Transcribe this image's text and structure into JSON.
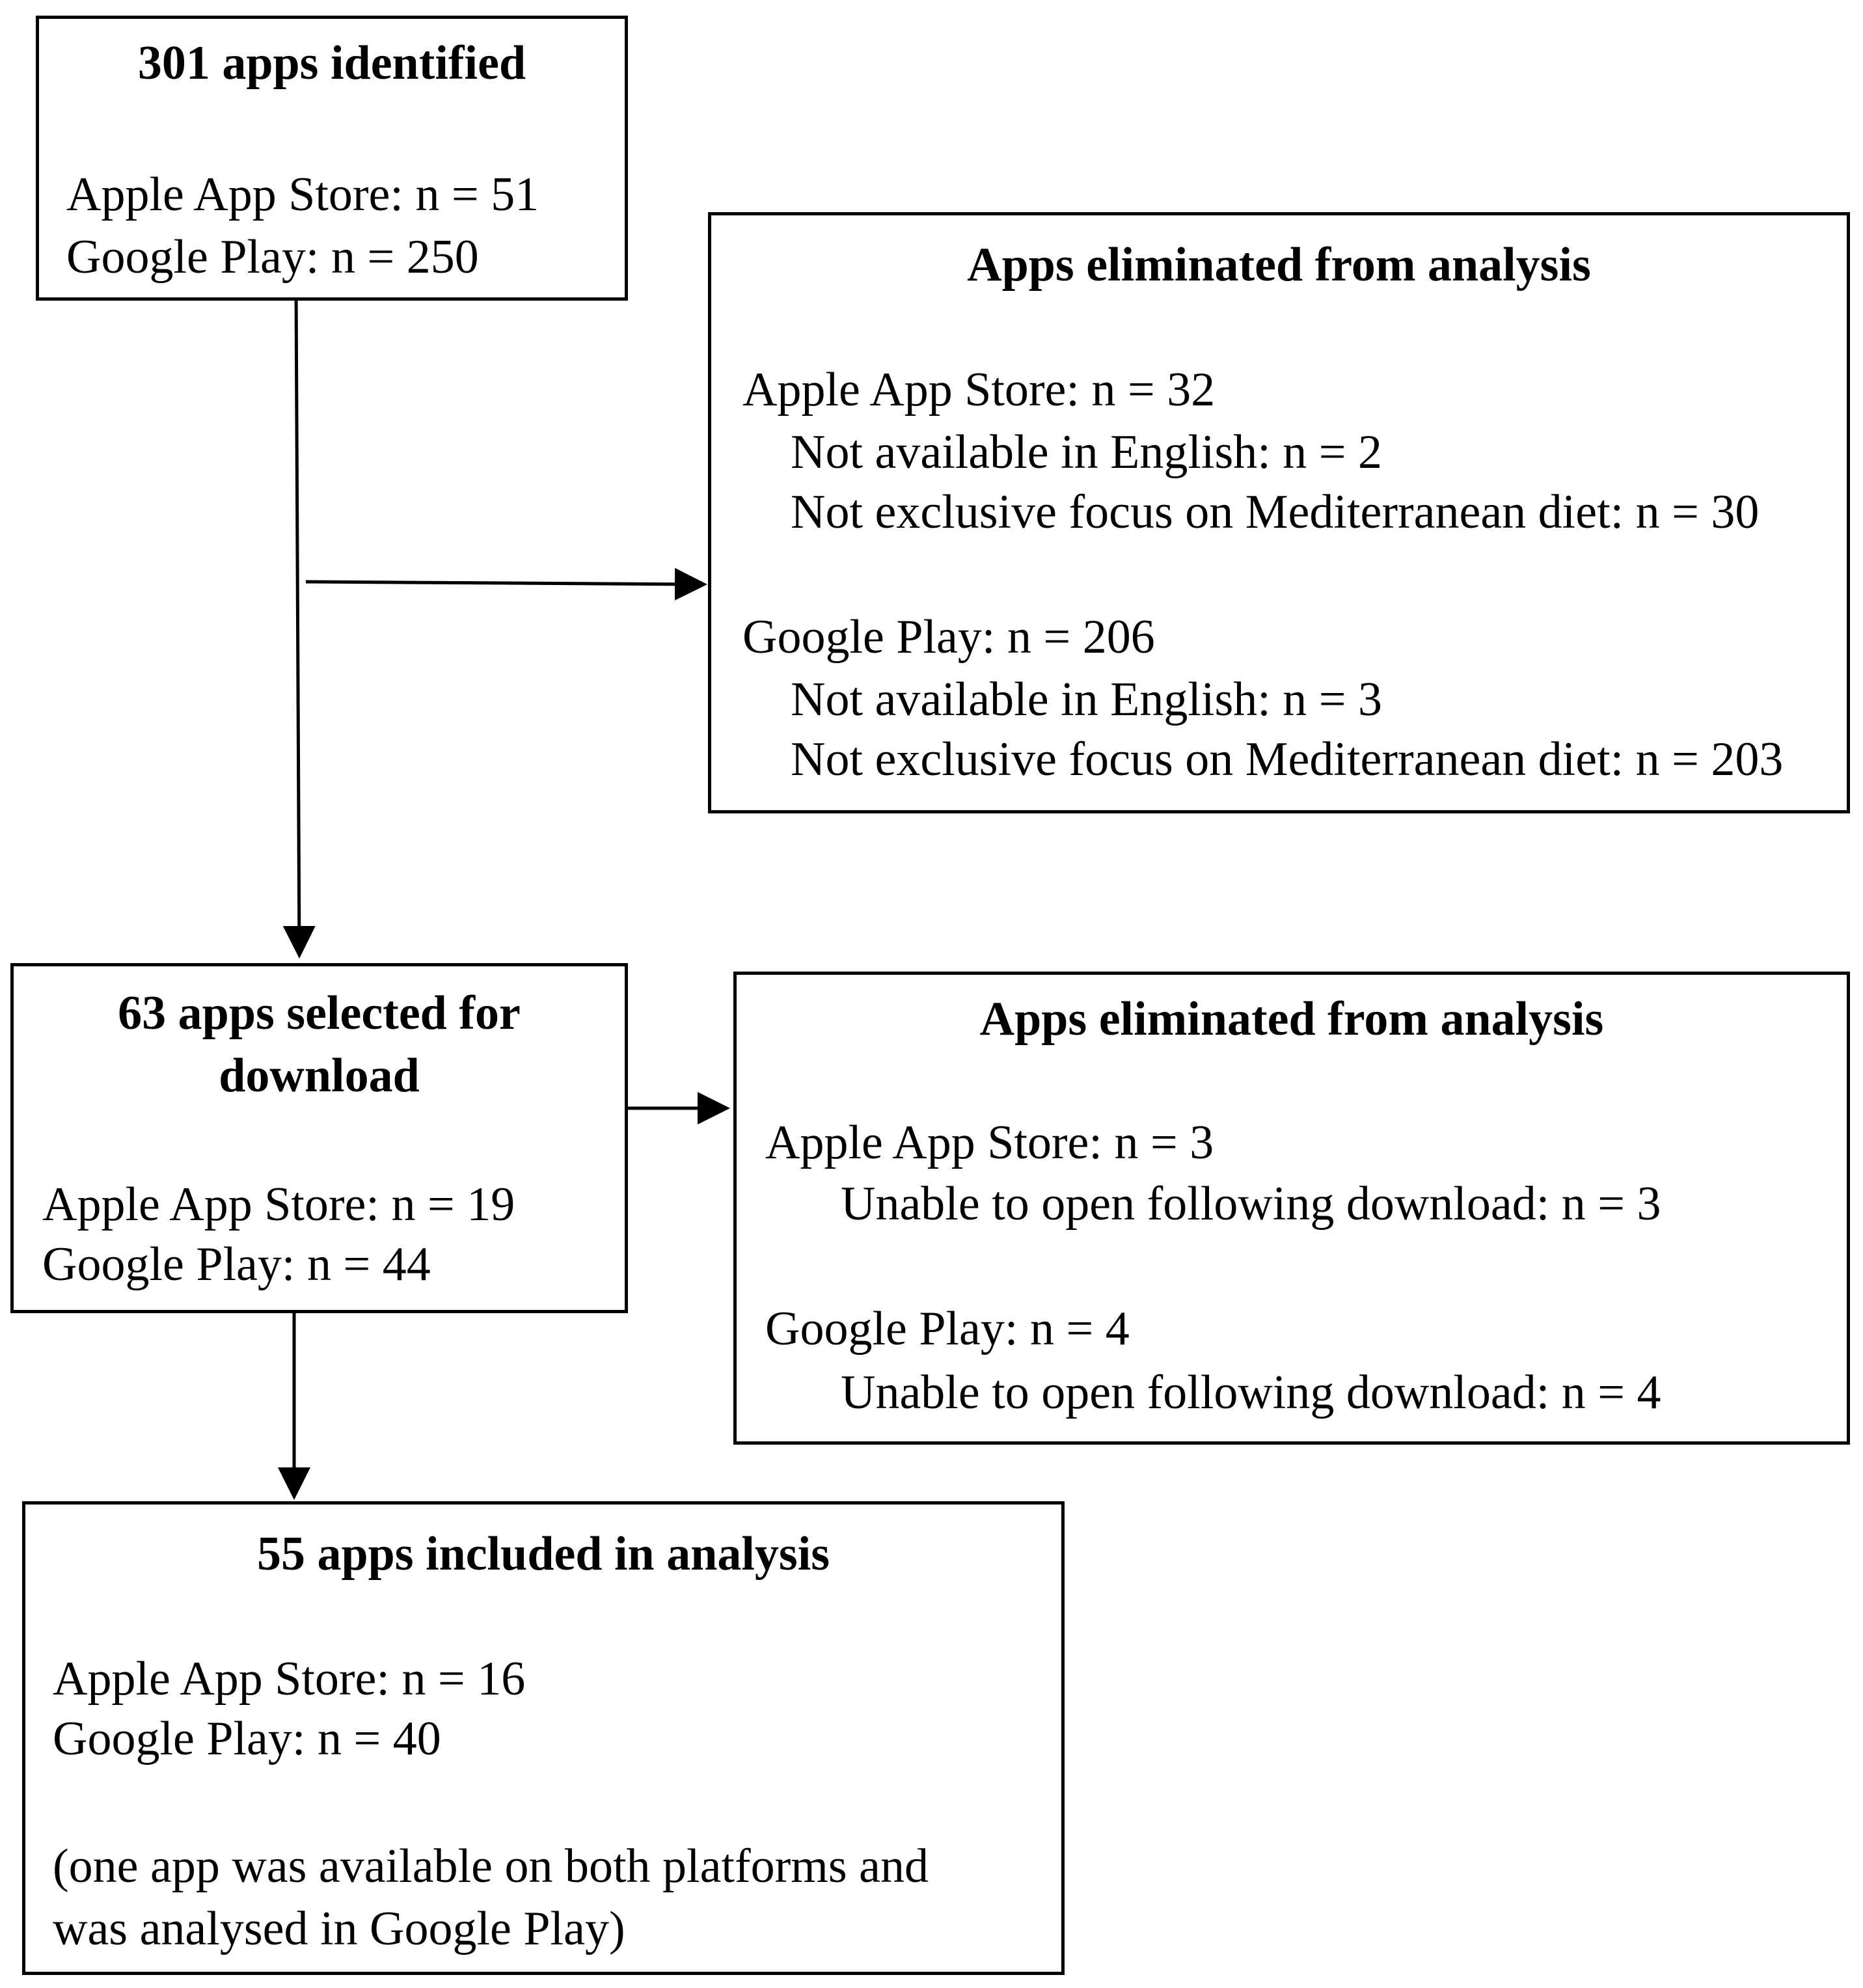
{
  "identified": {
    "title": "301 apps identified",
    "lines": [
      "Apple App Store: n = 51",
      "Google Play: n = 250"
    ]
  },
  "eliminated_1": {
    "title": "Apps eliminated from analysis",
    "apple": "Apple App Store: n = 32",
    "apple_reasons": [
      "Not available in English: n = 2",
      "Not exclusive focus on Mediterranean diet: n = 30"
    ],
    "google": "Google Play: n = 206",
    "google_reasons": [
      "Not available in English: n = 3",
      "Not exclusive focus on Mediterranean diet: n = 203"
    ]
  },
  "selected": {
    "title_lines": [
      "63 apps selected for",
      "download"
    ],
    "lines": [
      "Apple App Store: n = 19",
      "Google Play: n = 44"
    ]
  },
  "eliminated_2": {
    "title": "Apps eliminated from analysis",
    "apple": "Apple App Store: n = 3",
    "apple_reasons": [
      "Unable to open following download: n = 3"
    ],
    "google": "Google Play: n = 4",
    "google_reasons": [
      "Unable to open following download: n = 4"
    ]
  },
  "included": {
    "title": "55 apps included in analysis",
    "lines": [
      "Apple App Store: n = 16",
      "Google Play: n = 40"
    ],
    "note_lines": [
      "(one app was available on both platforms and",
      "was analysed in Google Play)"
    ]
  }
}
